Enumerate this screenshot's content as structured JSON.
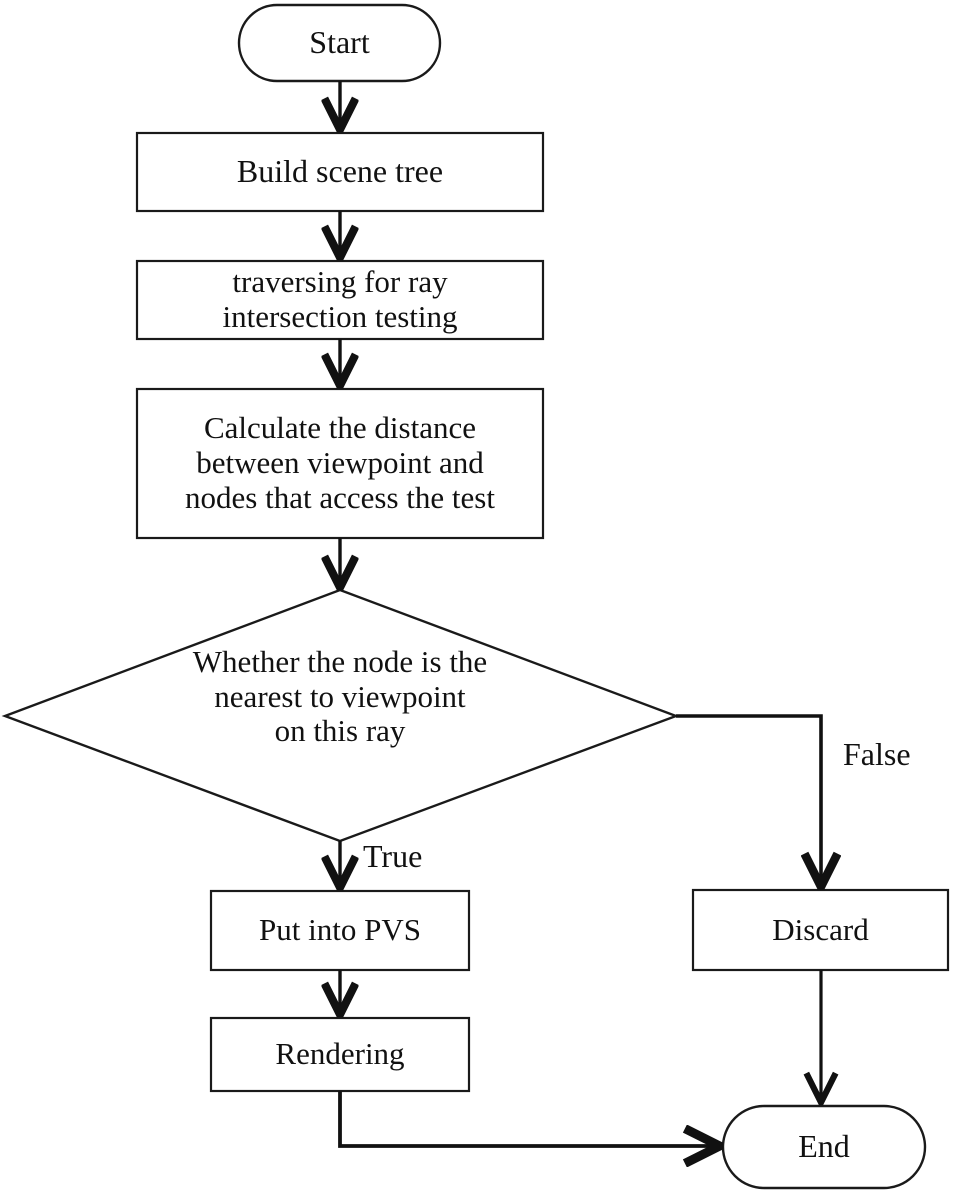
{
  "diagram": {
    "title": "Ray-casting PVS rendering flowchart",
    "background_color": "#ffffff",
    "stroke_color": "#1a1a1a",
    "text_color": "#111111",
    "nodes": [
      {
        "id": "start",
        "shape": "terminator",
        "label": "Start"
      },
      {
        "id": "build",
        "shape": "process",
        "label": "Build scene tree"
      },
      {
        "id": "traverse",
        "shape": "process",
        "label": "traversing for ray\nintersection testing"
      },
      {
        "id": "calculate",
        "shape": "process",
        "label": "Calculate the distance\nbetween viewpoint and\nnodes that access the test"
      },
      {
        "id": "decision",
        "shape": "decision",
        "label": "Whether the node is the\nnearest to viewpoint\non this ray"
      },
      {
        "id": "putpvs",
        "shape": "process",
        "label": "Put into PVS"
      },
      {
        "id": "rendering",
        "shape": "process",
        "label": "Rendering"
      },
      {
        "id": "discard",
        "shape": "process",
        "label": "Discard"
      },
      {
        "id": "end",
        "shape": "terminator",
        "label": "End"
      }
    ],
    "edge_labels": [
      {
        "id": "true-label",
        "label": "True"
      },
      {
        "id": "false-label",
        "label": "False"
      }
    ]
  }
}
